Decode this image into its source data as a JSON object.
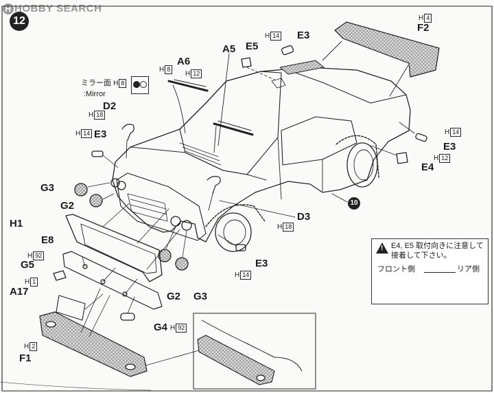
{
  "watermark": "HOBBY SEARCH",
  "step_number": "12",
  "sub_step_number": "10",
  "mirror_note": {
    "jp": "ミラー面",
    "en": ":Mirror",
    "h_ref": "8"
  },
  "parts": {
    "F2": {
      "label": "F2",
      "h": "4"
    },
    "E3_top": {
      "label": "E3",
      "h": "14"
    },
    "E5": {
      "label": "E5"
    },
    "A5": {
      "label": "A5"
    },
    "A6": {
      "label": "A6",
      "h1": "8",
      "h2": "12"
    },
    "D2": {
      "label": "D2",
      "h": "18"
    },
    "E3_left": {
      "label": "E3",
      "h": "14"
    },
    "E3_right": {
      "label": "E3",
      "h": "14"
    },
    "E4": {
      "label": "E4",
      "h": "12"
    },
    "G3_left": {
      "label": "G3"
    },
    "G2_left": {
      "label": "G2"
    },
    "H1": {
      "label": "H1"
    },
    "D3": {
      "label": "D3",
      "h": "18"
    },
    "E8": {
      "label": "E8"
    },
    "G5": {
      "label": "G5",
      "h": "92"
    },
    "E3_bottom": {
      "label": "E3",
      "h": "14"
    },
    "A17": {
      "label": "A17",
      "h": "1"
    },
    "G2_bottom": {
      "label": "G2"
    },
    "G3_bottom": {
      "label": "G3"
    },
    "G4": {
      "label": "G4",
      "h": "92"
    },
    "F1": {
      "label": "F1",
      "h": "2"
    }
  },
  "h_prefix": "H",
  "notice": {
    "title": "E4, E5 取付向きに注意して接着して下さい。",
    "front": "フロント側",
    "rear": "リア側"
  }
}
